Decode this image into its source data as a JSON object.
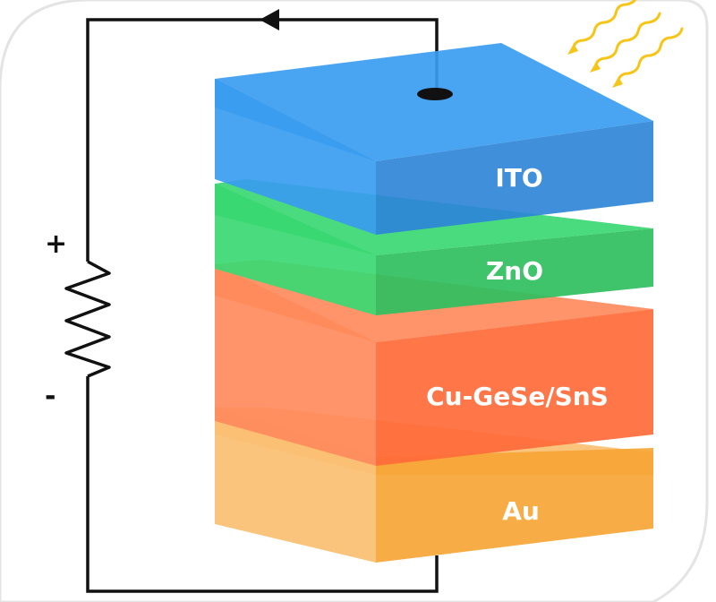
{
  "diagram": {
    "layers": [
      {
        "name": "Au",
        "front": "#f7a535",
        "top": "#fbbf72",
        "side": "#f59a22"
      },
      {
        "name": "Cu-GeSe/SnS",
        "front": "#ff6a3a",
        "top": "#ff8a5c",
        "side": "#f8592a"
      },
      {
        "name": "ZnO",
        "front": "#2fbf5f",
        "top": "#3ad872",
        "side": "#25b052"
      },
      {
        "name": "ITO",
        "front": "#2f86d8",
        "top": "#3a9cf0",
        "side": "#2477c8"
      }
    ],
    "circuit": {
      "plus_label": "+",
      "minus_label": "-",
      "wire_color": "#111111"
    },
    "light": {
      "color": "#f5c518"
    }
  }
}
